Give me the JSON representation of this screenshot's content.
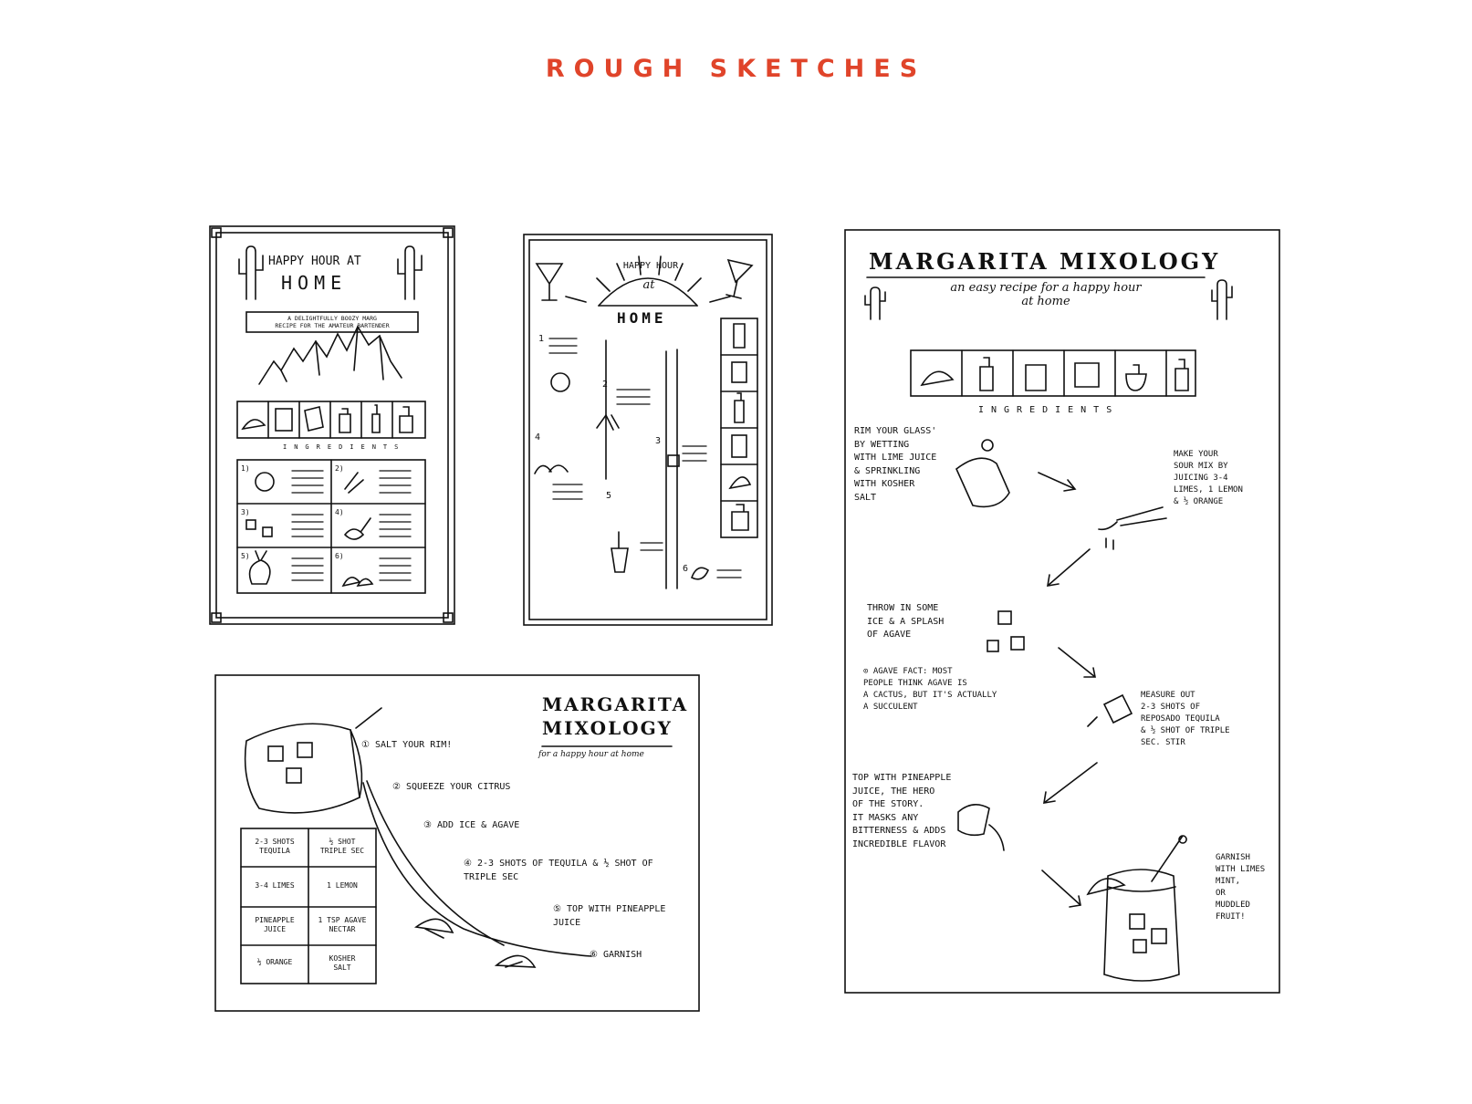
{
  "page": {
    "title": "ROUGH SKETCHES",
    "accent": "#e0442a",
    "ink": "#111111"
  },
  "sketch1": {
    "title_line1": "HAPPY HOUR AT",
    "title_line2": "HOME",
    "tagline": "A DELIGHTFULLY BOOZY MARG\nRECIPE FOR THE AMATEUR BARTENDER",
    "ingredients_label": "INGREDIENTS",
    "steps": [
      "1)",
      "2)",
      "3)",
      "4)",
      "5)",
      "6)"
    ]
  },
  "sketch2": {
    "arc_text": "HAPPY HOUR",
    "at": "at",
    "home": "HOME",
    "steps": [
      "1",
      "2",
      "3",
      "4",
      "5",
      "6"
    ]
  },
  "sketch3": {
    "title_line1": "MARGARITA",
    "title_line2": "MIXOLOGY",
    "subtitle": "for a happy hour at home",
    "steps": [
      "① SALT YOUR RIM!",
      "② SQUEEZE YOUR CITRUS",
      "③ ADD ICE & AGAVE",
      "④ 2-3 SHOTS OF TEQUILA & ½ SHOT OF\nTRIPLE SEC",
      "⑤ TOP WITH PINEAPPLE\nJUICE",
      "⑥ GARNISH"
    ],
    "table": [
      [
        "2-3 SHOTS\nTEQUILA",
        "½ SHOT\nTRIPLE SEC"
      ],
      [
        "3-4 LIMES",
        "1 LEMON"
      ],
      [
        "PINEAPPLE\nJUICE",
        "1 TSP AGAVE\nNECTAR"
      ],
      [
        "½ ORANGE",
        "KOSHER\nSALT"
      ]
    ]
  },
  "sketch4": {
    "title": "MARGARITA MIXOLOGY",
    "subtitle": "an easy recipe for a happy hour\nat home",
    "ingredients_label": "INGREDIENTS",
    "step_rim": "RIM YOUR GLASS'\nBY WETTING\nWITH LIME JUICE\n& SPRINKLING\nWITH KOSHER\nSALT",
    "step_sour": "MAKE YOUR\nSOUR MIX BY\nJUICING 3-4\nLIMES, 1 LEMON\n& ½ ORANGE",
    "step_ice": "THROW IN SOME\nICE & A SPLASH\nOF AGAVE",
    "fact": "⊙ AGAVE FACT: MOST\nPEOPLE THINK AGAVE IS\nA CACTUS, BUT IT'S ACTUALLY\nA SUCCULENT",
    "step_measure": "MEASURE OUT\n2-3 SHOTS OF\nREPOSADO TEQUILA\n& ½ SHOT OF TRIPLE\nSEC. STIR",
    "step_top": "TOP WITH PINEAPPLE\nJUICE, THE HERO\nOF THE STORY.\nIT MASKS ANY\nBITTERNESS & ADDS\nINCREDIBLE FLAVOR",
    "step_garnish": "GARNISH\nWITH LIMES\nMINT,\nOR\nMUDDLED\nFRUIT!"
  }
}
